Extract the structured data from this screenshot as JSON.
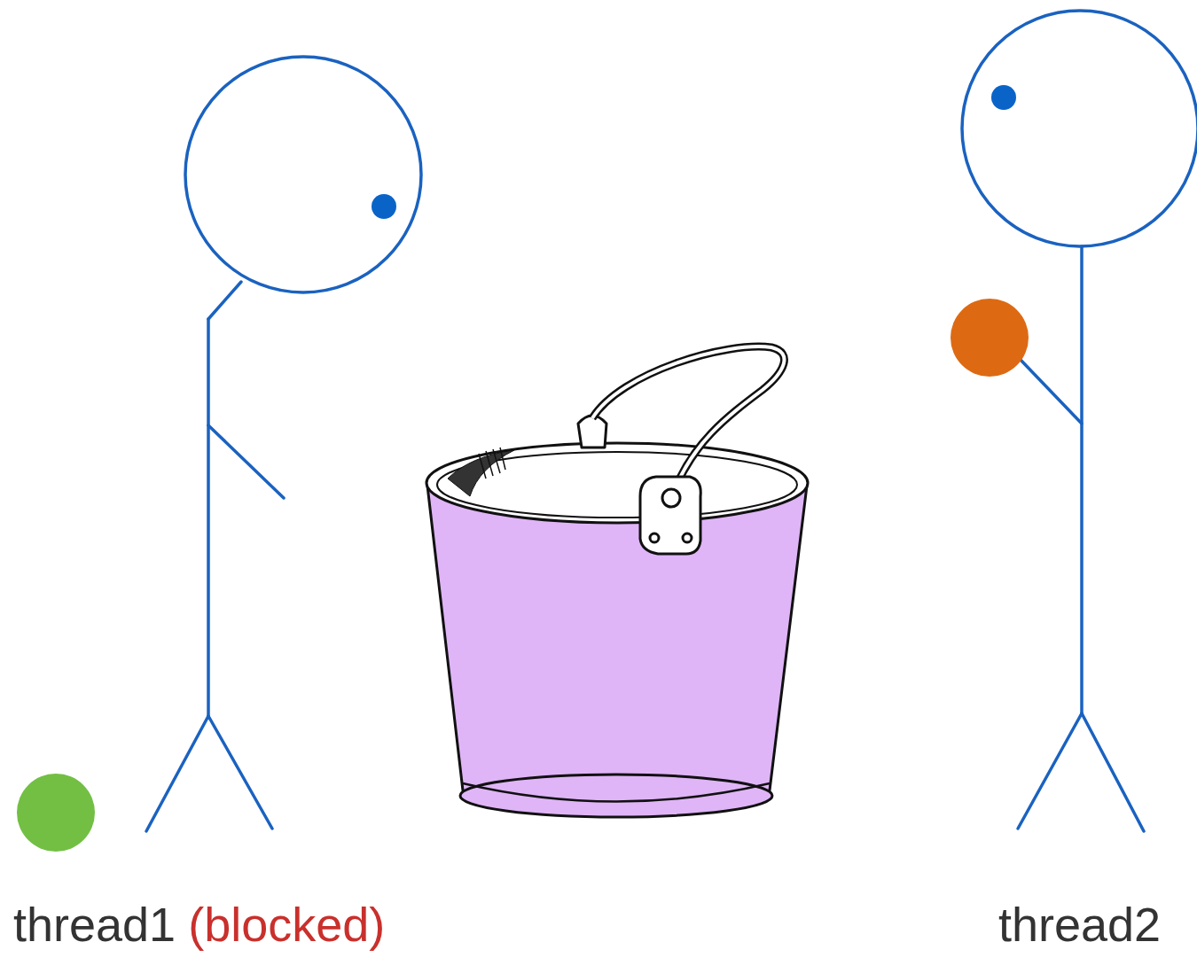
{
  "diagram": {
    "labels": [
      "thread1",
      "(blocked)",
      "thread2"
    ]
  }
}
